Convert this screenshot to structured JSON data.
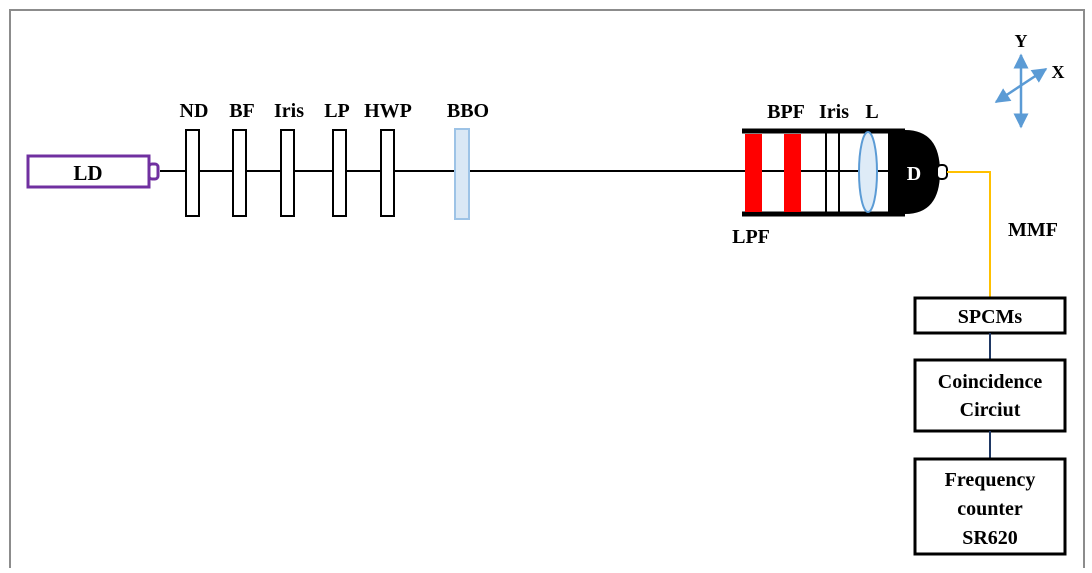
{
  "labels": {
    "source": "LD",
    "nd": "ND",
    "bf": "BF",
    "iris1": "Iris",
    "lp": "LP",
    "hwp": "HWP",
    "bbo": "BBO",
    "bpf": "BPF",
    "iris2": "Iris",
    "lens": "L",
    "lpf": "LPF",
    "detector": "D",
    "fiber": "MMF",
    "spcm": "SPCMs",
    "coincidence_line1": "Coincidence",
    "coincidence_line2": "Circiut",
    "counter_line1": "Frequency",
    "counter_line2": "counter",
    "counter_line3": "SR620",
    "axis_y": "Y",
    "axis_x": "X"
  },
  "colors": {
    "source_outline": "#7030a0",
    "filter_red": "#ff0000",
    "crystal_fill": "#dae8f5",
    "crystal_stroke": "#9dc3e6",
    "lens_fill": "#deebf7",
    "lens_stroke": "#5b9bd5",
    "fiber": "#ffc000",
    "cable": "#1f3864",
    "axes": "#5b9bd5",
    "frame": "#8c8c8c"
  }
}
